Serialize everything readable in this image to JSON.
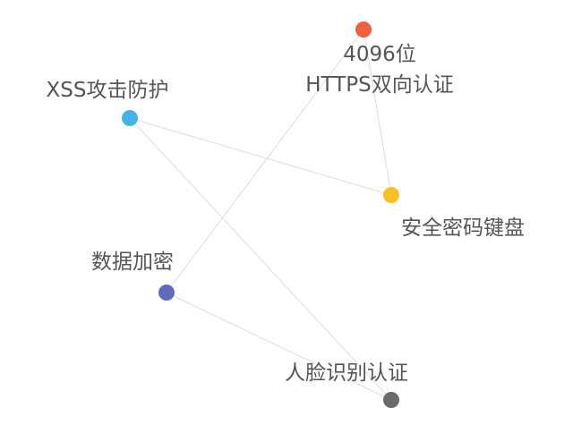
{
  "nodes": [
    {
      "id": "https",
      "label_line1": "4096位",
      "label_line2": "HTTPS双向认证",
      "color": "#f0603e"
    },
    {
      "id": "xss",
      "label": "XSS攻击防护",
      "color": "#45b3e5"
    },
    {
      "id": "keyboard",
      "label": "安全密码键盘",
      "color": "#fbbf24"
    },
    {
      "id": "encrypt",
      "label": "数据加密",
      "color": "#5f6bb8"
    },
    {
      "id": "face",
      "label": "人脸识别认证",
      "color": "#6b6b6e"
    }
  ],
  "edges": [
    [
      "https",
      "keyboard"
    ],
    [
      "xss",
      "keyboard"
    ],
    [
      "xss",
      "face"
    ],
    [
      "https",
      "encrypt"
    ],
    [
      "encrypt",
      "face"
    ]
  ],
  "edge_color": "#dddddd"
}
